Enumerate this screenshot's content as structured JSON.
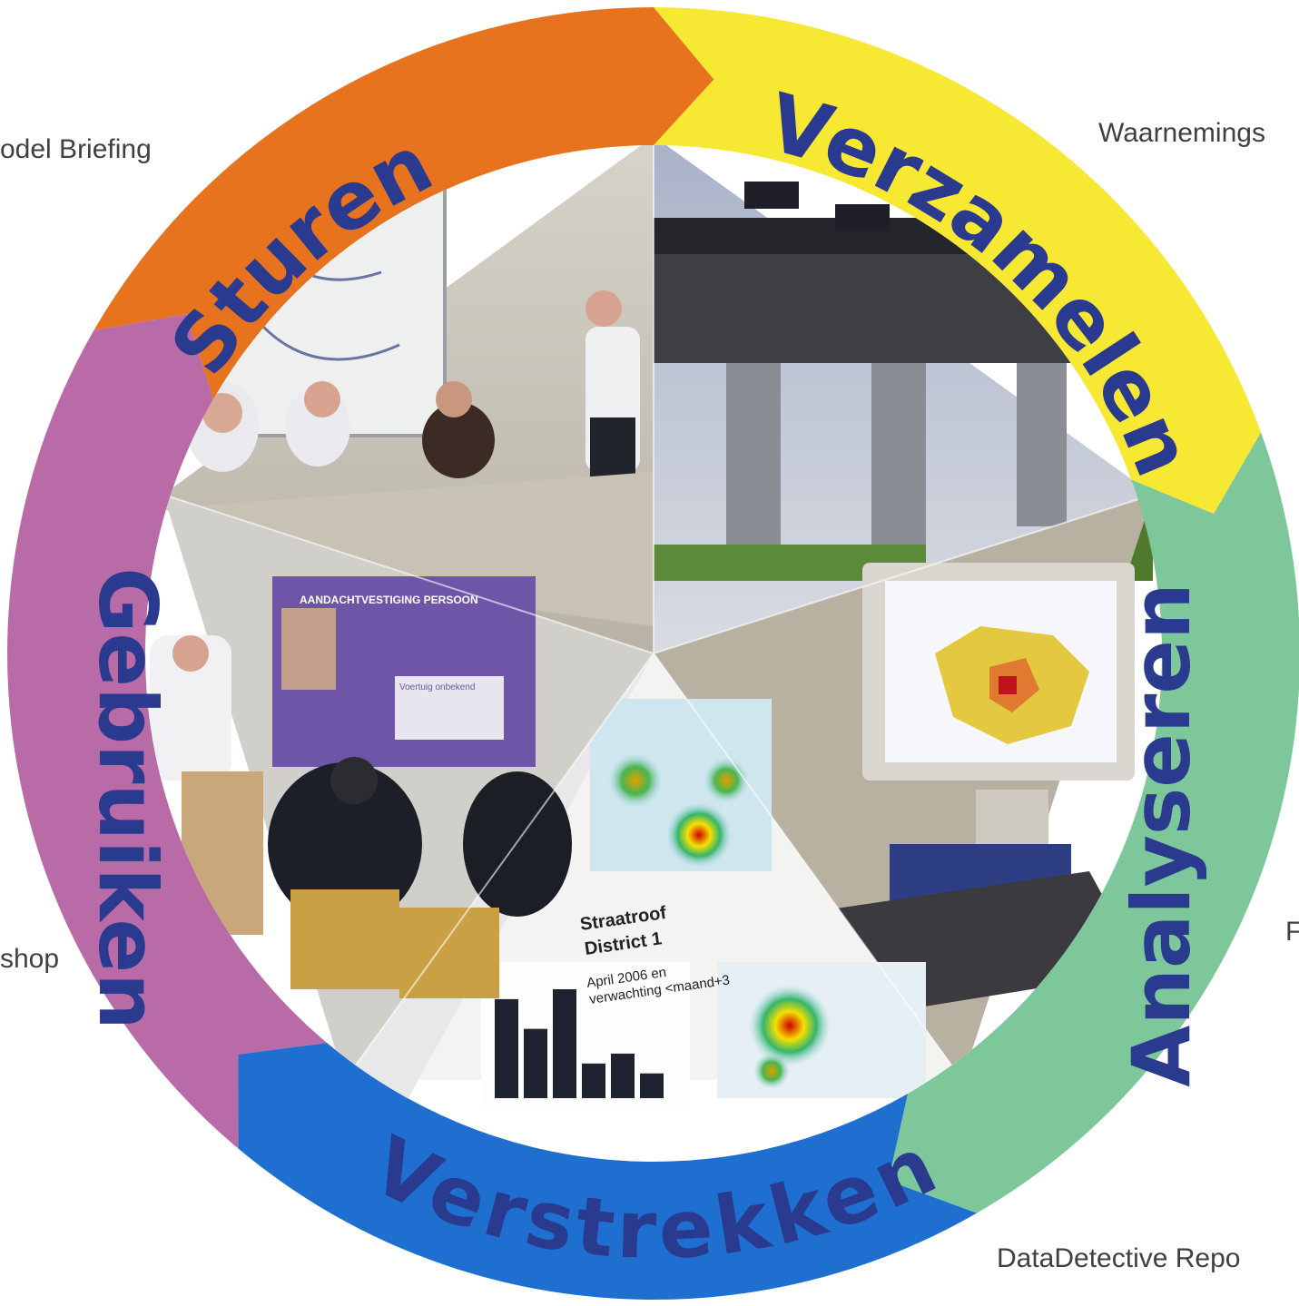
{
  "cycle": {
    "segments": [
      {
        "id": "sturen",
        "label": "Sturen",
        "color": "#E8731E"
      },
      {
        "id": "verzamelen",
        "label": "Verzamelen",
        "color": "#F7E833"
      },
      {
        "id": "analyseren",
        "label": "Analyseren",
        "color": "#7DC79A"
      },
      {
        "id": "verstrekken",
        "label": "Verstrekken",
        "color": "#1E6FD0"
      },
      {
        "id": "gebruiken",
        "label": "Gebruiken",
        "color": "#B86BA6"
      }
    ],
    "text_color": "#2A3A8E"
  },
  "side_labels": {
    "top_left": "odel Briefing",
    "top_right": "Waarnemings",
    "mid_right": "F",
    "bottom_left": "shop",
    "bottom_right": "DataDetective Repo"
  },
  "photos": {
    "sturen": {
      "description_icon": "meeting-photo"
    },
    "verzamelen": {
      "description_icon": "camera-bridge-photo"
    },
    "analyseren": {
      "description_icon": "computer-map-photo"
    },
    "verstrekken": {
      "description_icon": "report-photo"
    },
    "gebruiken": {
      "description_icon": "briefing-photo"
    },
    "report": {
      "title": "Straatroof\nDistrict 1",
      "title_line1": "Straatroof",
      "title_line2": "District 1",
      "subtitle_line1": "April 2006 en",
      "subtitle_line2": "verwachting <maand+3",
      "slide_title": "AANDACHTVESTIGING PERSOON",
      "slide_note": "Voertuig onbekend",
      "bar_values": [
        20,
        14,
        22,
        7,
        9,
        5
      ]
    }
  }
}
